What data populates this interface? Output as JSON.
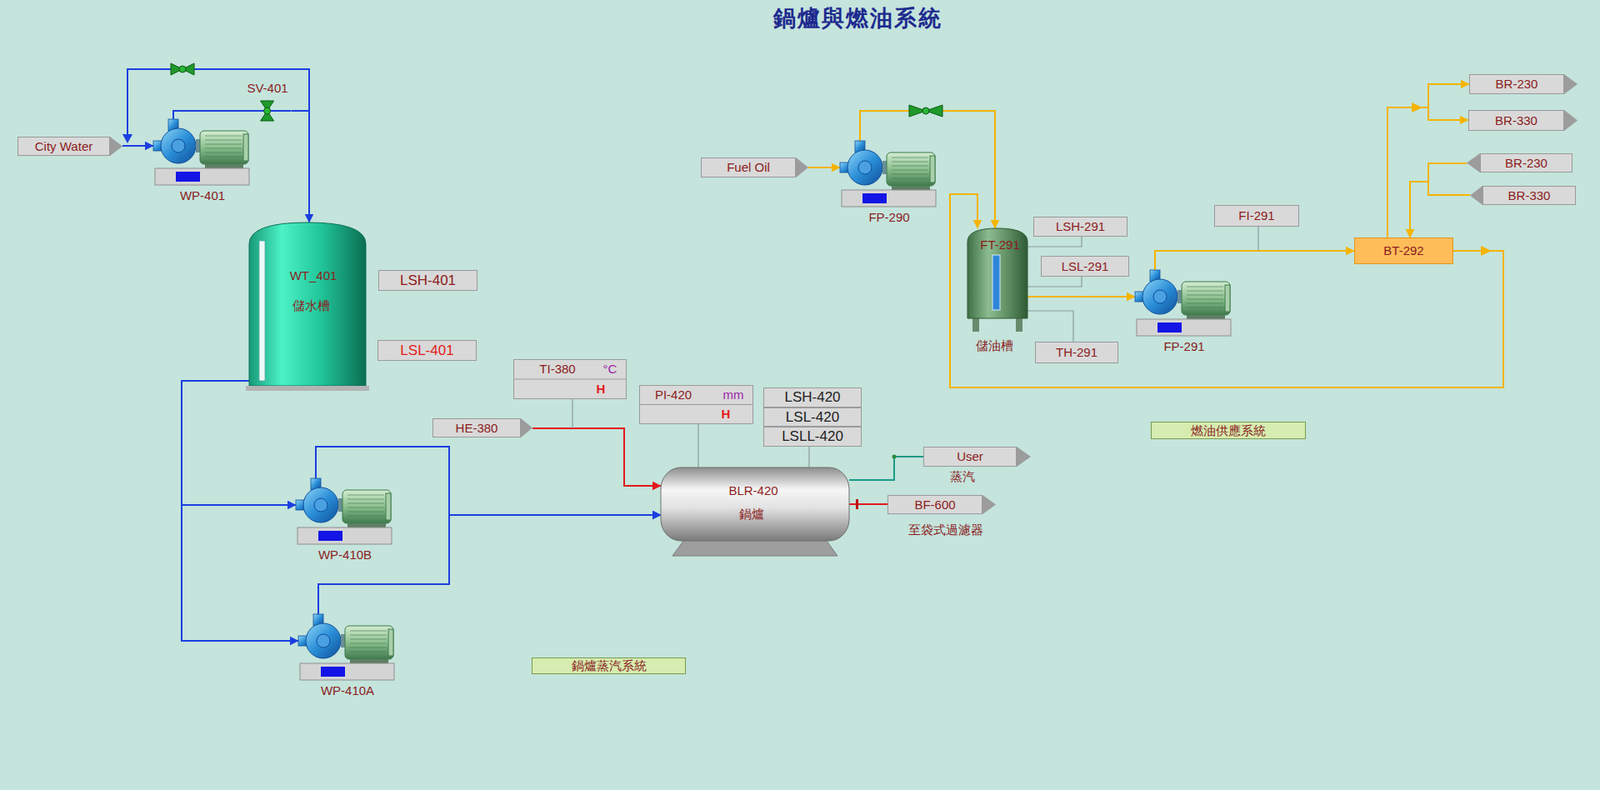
{
  "diagram": {
    "title": "鍋爐與燃油系統",
    "nodes": [
      {
        "text": [
          "City Water"
        ]
      },
      {
        "text": [
          "WP-401"
        ]
      },
      {
        "text": [
          "SV-401"
        ]
      },
      {
        "text": [
          "WT_401",
          "儲水槽"
        ]
      },
      {
        "text": [
          "LSH-401"
        ]
      },
      {
        "text": [
          "LSL-401"
        ]
      },
      {
        "text": [
          "TI-380",
          "°C",
          "H"
        ]
      },
      {
        "text": [
          "HE-380"
        ]
      },
      {
        "text": [
          "PI-420",
          "mm",
          "H"
        ]
      },
      {
        "text": [
          "LSH-420"
        ]
      },
      {
        "text": [
          "LSL-420"
        ]
      },
      {
        "text": [
          "LSLL-420"
        ]
      },
      {
        "text": [
          "BLR-420",
          "鍋爐"
        ]
      },
      {
        "text": [
          "User"
        ]
      },
      {
        "text": [
          "BF-600"
        ]
      },
      {
        "text": [
          "WP-410B"
        ]
      },
      {
        "text": [
          "WP-410A"
        ]
      },
      {
        "text": [
          "鍋爐蒸汽系統"
        ]
      },
      {
        "text": [
          "Fuel Oil"
        ]
      },
      {
        "text": [
          "FP-290"
        ]
      },
      {
        "text": [
          "FT-291",
          "儲油槽"
        ]
      },
      {
        "text": [
          "LSH-291"
        ]
      },
      {
        "text": [
          "LSL-291"
        ]
      },
      {
        "text": [
          "TH-291"
        ]
      },
      {
        "text": [
          "FI-291"
        ]
      },
      {
        "text": [
          "FP-291"
        ]
      },
      {
        "text": [
          "BT-292"
        ]
      },
      {
        "text": [
          "BR-230"
        ]
      },
      {
        "text": [
          "BR-330"
        ]
      },
      {
        "text": [
          "BR-230"
        ]
      },
      {
        "text": [
          "BR-330"
        ]
      },
      {
        "text": [
          "燃油供應系統"
        ]
      }
    ],
    "edges": [
      {
        "from": 0,
        "to": 1,
        "arrow": "to"
      },
      {
        "from": 1,
        "to": 2,
        "arrow": "none"
      },
      {
        "from": 2,
        "to": 3,
        "arrow": "to"
      },
      {
        "from": 3,
        "to": 15,
        "arrow": "to"
      },
      {
        "from": 3,
        "to": 16,
        "arrow": "to"
      },
      {
        "from": 15,
        "to": 12,
        "arrow": "to"
      },
      {
        "from": 16,
        "to": 12,
        "arrow": "to"
      },
      {
        "from": 7,
        "to": 12,
        "arrow": "to"
      },
      {
        "from": 8,
        "to": 12,
        "arrow": "none"
      },
      {
        "from": 11,
        "to": 12,
        "arrow": "none"
      },
      {
        "from": 12,
        "to": 13,
        "arrow": "none"
      },
      {
        "from": 12,
        "to": 14,
        "arrow": "none"
      },
      {
        "from": 18,
        "to": 19,
        "arrow": "to"
      },
      {
        "from": 19,
        "to": 20,
        "arrow": "to"
      },
      {
        "from": 20,
        "to": 25,
        "arrow": "to"
      },
      {
        "from": 25,
        "to": 26,
        "arrow": "to"
      },
      {
        "from": 26,
        "to": 20,
        "arrow": "to"
      },
      {
        "from": 26,
        "to": 27,
        "arrow": "to"
      },
      {
        "from": 26,
        "to": 28,
        "arrow": "to"
      },
      {
        "from": 29,
        "to": 26,
        "arrow": "to"
      },
      {
        "from": 30,
        "to": 26,
        "arrow": "to"
      },
      {
        "from": 20,
        "to": 21,
        "arrow": "none"
      },
      {
        "from": 20,
        "to": 22,
        "arrow": "none"
      },
      {
        "from": 20,
        "to": 23,
        "arrow": "none"
      }
    ],
    "labels": [
      "蒸汽",
      "至袋式過濾器"
    ]
  }
}
